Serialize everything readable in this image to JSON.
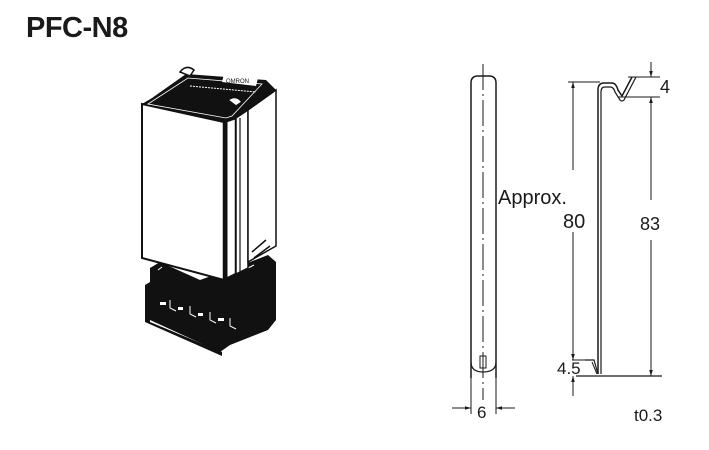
{
  "title": "PFC-N8",
  "product_illustration": {
    "description": "relay with socket and retaining clip",
    "label_on_top": "OMRON"
  },
  "dimensions": {
    "width": "6",
    "approx_label": "Approx.",
    "approx_value": "80",
    "height_total": "83",
    "top_hook": "4",
    "bottom_foot": "4.5",
    "thickness": "t0.3"
  },
  "colors": {
    "ink": "#1a1a1a",
    "background": "#ffffff"
  }
}
